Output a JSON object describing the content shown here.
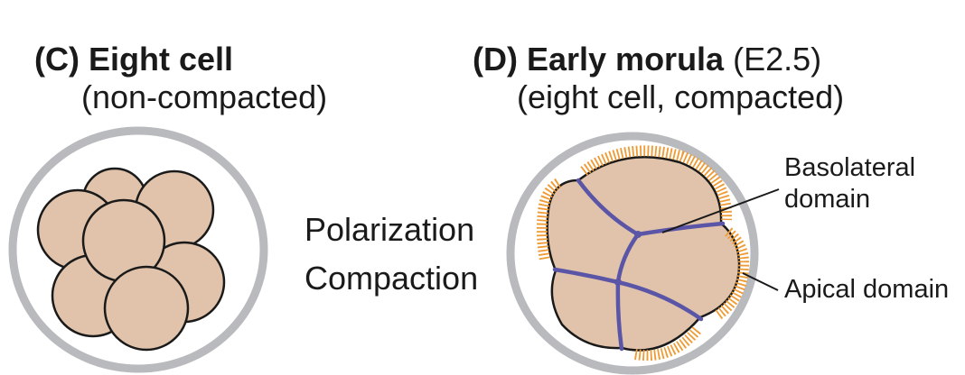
{
  "panels": [
    {
      "label": "(C)",
      "title": "Eight cell",
      "subtitle": "(non-compacted)"
    },
    {
      "label": "(D)",
      "title": "Early morula",
      "stage": "(E2.5)",
      "subtitle": "(eight cell, compacted)"
    }
  ],
  "transition": {
    "line1": "Polarization",
    "line2": "Compaction"
  },
  "annotations": {
    "basolateral": [
      "Basolateral",
      "domain"
    ],
    "apical": "Apical domain"
  },
  "colors": {
    "cell_fill": "#e0c3aa",
    "cell_outline": "#1a1a1a",
    "zona": "#b9babe",
    "basolateral": "#5a55a6",
    "apical": "#ef9b35"
  }
}
